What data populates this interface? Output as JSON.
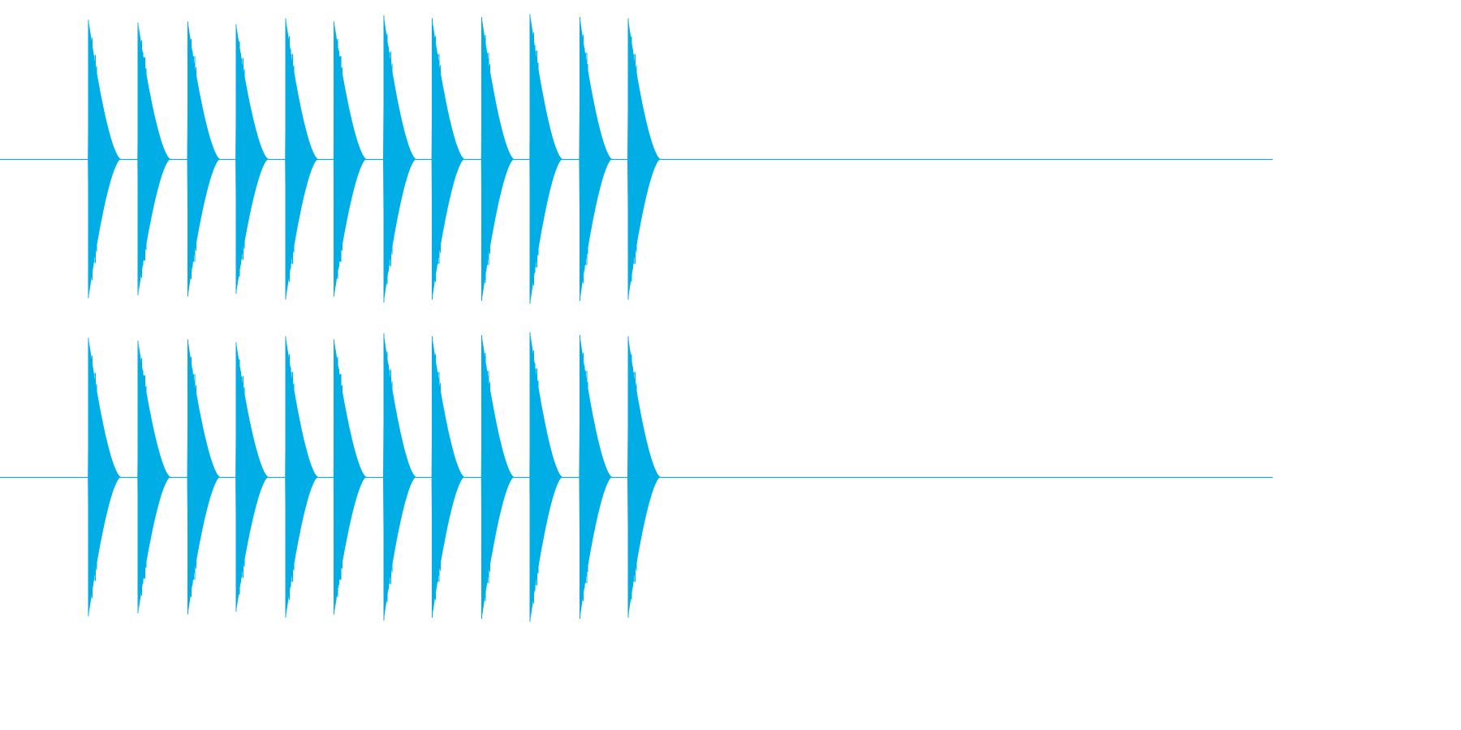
{
  "chart_data": {
    "type": "waveform",
    "color": "#00aee5",
    "background": "#ffffff",
    "channel_count": 2,
    "time_range": [
      0,
      1
    ],
    "amplitude_range": [
      -1,
      1
    ],
    "bursts": [
      {
        "onset": 0.069,
        "duration": 0.026,
        "peak": 0.96
      },
      {
        "onset": 0.108,
        "duration": 0.026,
        "peak": 0.94
      },
      {
        "onset": 0.147,
        "duration": 0.026,
        "peak": 0.95
      },
      {
        "onset": 0.185,
        "duration": 0.026,
        "peak": 0.93
      },
      {
        "onset": 0.224,
        "duration": 0.026,
        "peak": 0.97
      },
      {
        "onset": 0.262,
        "duration": 0.026,
        "peak": 0.95
      },
      {
        "onset": 0.301,
        "duration": 0.026,
        "peak": 0.99
      },
      {
        "onset": 0.339,
        "duration": 0.026,
        "peak": 0.97
      },
      {
        "onset": 0.378,
        "duration": 0.026,
        "peak": 0.98
      },
      {
        "onset": 0.416,
        "duration": 0.026,
        "peak": 1.0
      },
      {
        "onset": 0.455,
        "duration": 0.026,
        "peak": 0.98
      },
      {
        "onset": 0.493,
        "duration": 0.026,
        "peak": 0.97
      }
    ],
    "channels": [
      {
        "id": "channel-1"
      },
      {
        "id": "channel-2"
      }
    ],
    "grid": false,
    "axes_visible": false
  }
}
